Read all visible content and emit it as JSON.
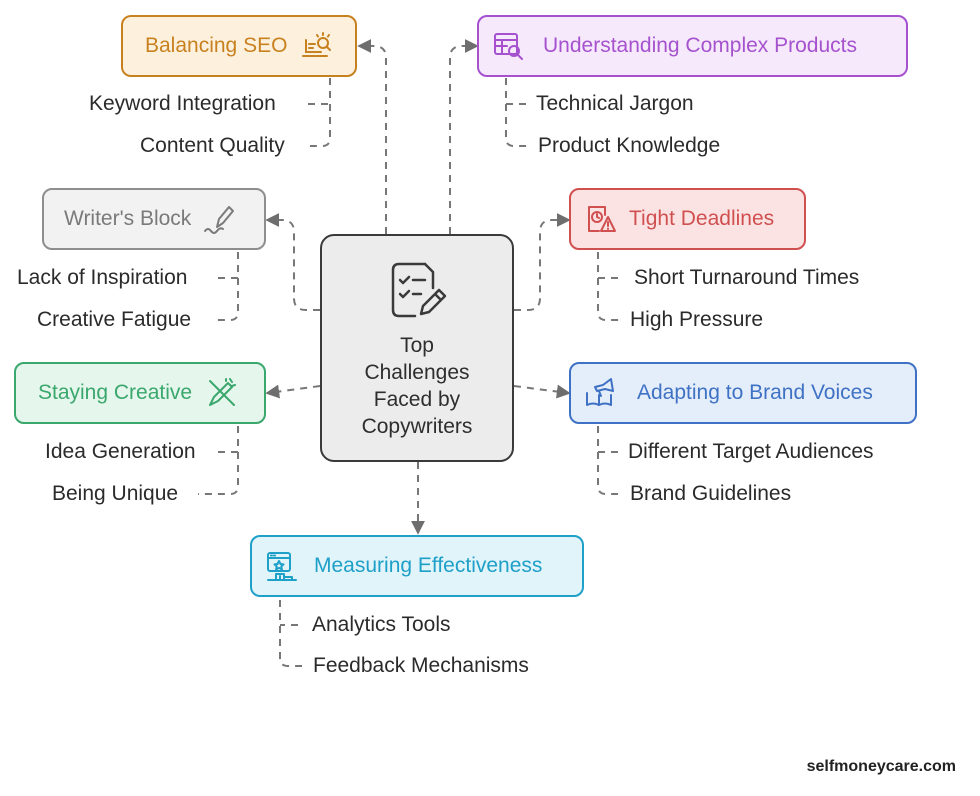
{
  "center": {
    "title": "Top\nChallenges\nFaced by\nCopywriters",
    "icon": "checklist-pen-icon"
  },
  "branches": {
    "seo": {
      "label": "Balancing SEO",
      "icon": "laptop-search-icon",
      "color": "#c8811f",
      "fill": "#fdf1de",
      "items": [
        "Keyword Integration",
        "Content Quality"
      ]
    },
    "complex": {
      "label": "Understanding Complex Products",
      "icon": "table-search-icon",
      "color": "#a652cf",
      "fill": "#f6e9fb",
      "items": [
        "Technical Jargon",
        "Product Knowledge"
      ]
    },
    "block": {
      "label": "Writer's Block",
      "icon": "pen-signature-icon",
      "color": "#8e8e8e",
      "fill": "#f2f2f2",
      "items": [
        "Lack of Inspiration",
        "Creative Fatigue"
      ]
    },
    "deadlines": {
      "label": "Tight Deadlines",
      "icon": "clock-warning-icon",
      "color": "#d05050",
      "fill": "#fbe3e3",
      "items": [
        "Short Turnaround Times",
        "High Pressure"
      ]
    },
    "creative": {
      "label": "Staying Creative",
      "icon": "pen-crossed-icon",
      "color": "#3aa76d",
      "fill": "#e5f6ec",
      "items": [
        "Idea Generation",
        "Being Unique"
      ]
    },
    "brand": {
      "label": "Adapting to Brand Voices",
      "icon": "book-megaphone-icon",
      "color": "#3f72c4",
      "fill": "#e4edfa",
      "items": [
        "Different Target Audiences",
        "Brand Guidelines"
      ]
    },
    "measure": {
      "label": "Measuring Effectiveness",
      "icon": "podium-star-icon",
      "color": "#1fa0c8",
      "fill": "#e0f4fa",
      "items": [
        "Analytics Tools",
        "Feedback Mechanisms"
      ]
    }
  },
  "footer": {
    "brand": "selfmoneycare.com"
  }
}
